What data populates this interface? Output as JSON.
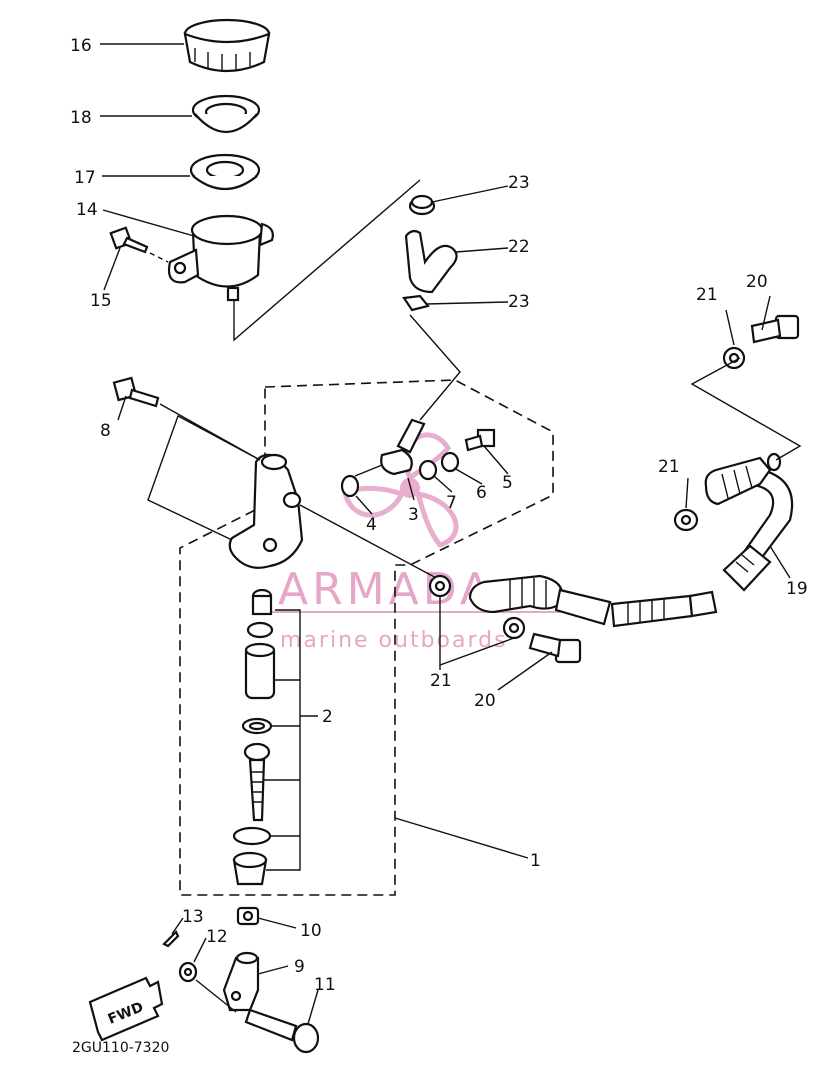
{
  "diagram": {
    "callouts": [
      {
        "id": "c16",
        "text": "16"
      },
      {
        "id": "c18",
        "text": "18"
      },
      {
        "id": "c17",
        "text": "17"
      },
      {
        "id": "c14",
        "text": "14"
      },
      {
        "id": "c15",
        "text": "15"
      },
      {
        "id": "c23a",
        "text": "23"
      },
      {
        "id": "c22",
        "text": "22"
      },
      {
        "id": "c23b",
        "text": "23"
      },
      {
        "id": "c21a",
        "text": "21"
      },
      {
        "id": "c20a",
        "text": "20"
      },
      {
        "id": "c8",
        "text": "8"
      },
      {
        "id": "c5",
        "text": "5"
      },
      {
        "id": "c6",
        "text": "6"
      },
      {
        "id": "c7",
        "text": "7"
      },
      {
        "id": "c3",
        "text": "3"
      },
      {
        "id": "c4",
        "text": "4"
      },
      {
        "id": "c21b",
        "text": "21"
      },
      {
        "id": "c19",
        "text": "19"
      },
      {
        "id": "c2",
        "text": "2"
      },
      {
        "id": "c21c",
        "text": "21"
      },
      {
        "id": "c20b",
        "text": "20"
      },
      {
        "id": "c1",
        "text": "1"
      },
      {
        "id": "c13",
        "text": "13"
      },
      {
        "id": "c12",
        "text": "12"
      },
      {
        "id": "c10",
        "text": "10"
      },
      {
        "id": "c9",
        "text": "9"
      },
      {
        "id": "c11",
        "text": "11"
      }
    ],
    "fwd_label": "FWD",
    "drawing_code": "2GU110-7320"
  },
  "watermark": {
    "brand": "ARMADA",
    "tagline": "marine outboards",
    "color": "#e7a6c9"
  }
}
